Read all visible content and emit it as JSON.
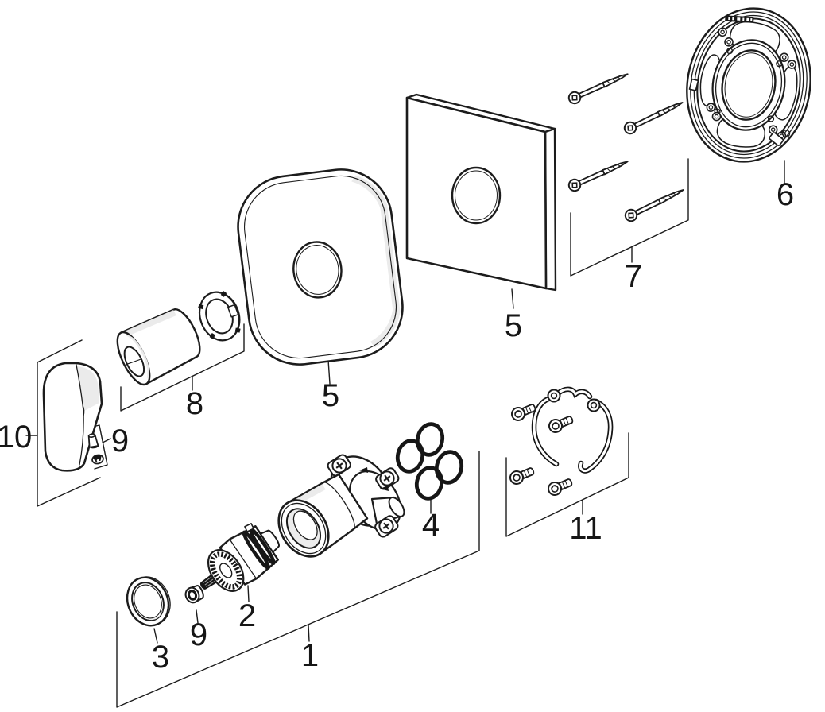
{
  "diagram": {
    "kind": "exploded-parts-diagram",
    "background_color": "#ffffff",
    "line_color": "#1c1c1c",
    "shade_color": "#ebebeb",
    "dark_color": "#161616"
  },
  "callouts": [
    {
      "number": "1",
      "part": "basic-valve-body"
    },
    {
      "number": "2",
      "part": "cartridge"
    },
    {
      "number": "3",
      "part": "trim-ring"
    },
    {
      "number": "4",
      "part": "o-ring-set"
    },
    {
      "number": "5",
      "part": "escutcheon-soft-square"
    },
    {
      "number": "5",
      "part": "escutcheon-square"
    },
    {
      "number": "6",
      "part": "carrier-plate"
    },
    {
      "number": "7",
      "part": "mounting-screws"
    },
    {
      "number": "8",
      "part": "sleeve-with-ring"
    },
    {
      "number": "9",
      "part": "set-screw-with-plug"
    },
    {
      "number": "9",
      "part": "cap-nut"
    },
    {
      "number": "10",
      "part": "lever-handle"
    },
    {
      "number": "11",
      "part": "fixing-screws-and-clip"
    }
  ]
}
